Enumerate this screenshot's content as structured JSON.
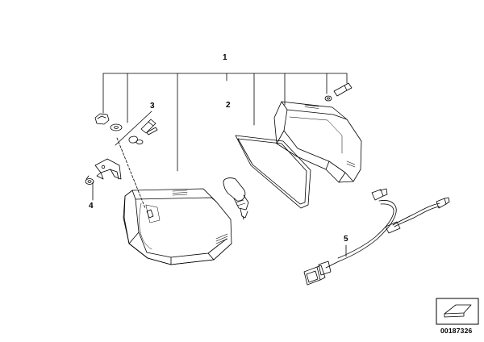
{
  "diagram": {
    "callouts": {
      "c1": "1",
      "c2": "2",
      "c3": "3",
      "c4": "4",
      "c5": "5"
    },
    "document_number": "00187326"
  }
}
